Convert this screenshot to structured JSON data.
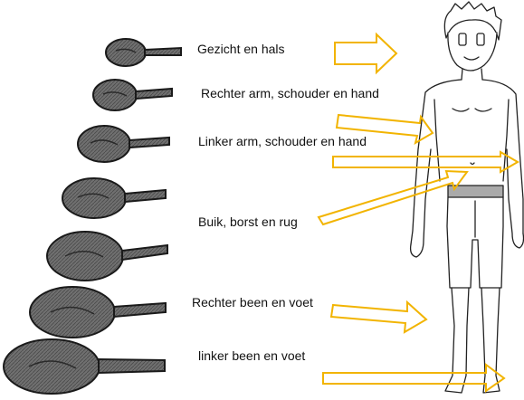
{
  "labels": [
    "Gezicht en hals",
    "Rechter arm, schouder en hand",
    "Linker arm, schouder en hand",
    "Buik, borst en rug",
    "Rechter been en voet",
    "linker been en voet"
  ],
  "colors": {
    "arrow": "#f2b400",
    "spoon_fill": "#6e6e6e",
    "spoon_outline": "#1a1a1a",
    "figure_line": "#222222"
  },
  "icons": [
    "spoon-icon",
    "arrow-icon",
    "human-figure-icon"
  ]
}
